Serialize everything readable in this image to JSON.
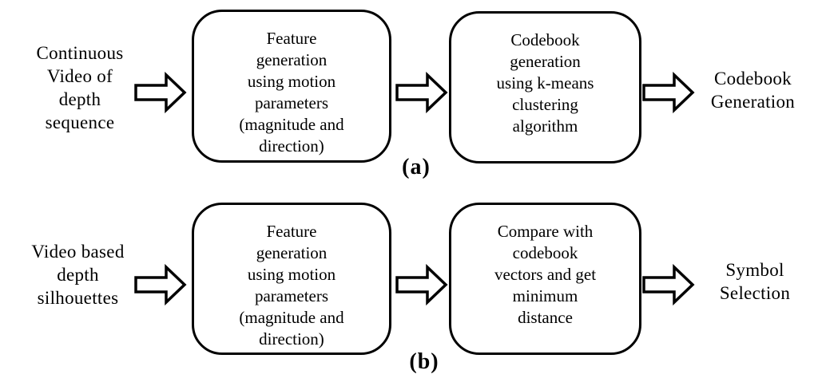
{
  "colors": {
    "background": "#ffffff",
    "line": "#000000",
    "box_fill": "#ffffff"
  },
  "rows": [
    {
      "caption": "(a)",
      "input_label": "Continuous\nVideo of\ndepth\nsequence",
      "box1": "Feature\ngeneration\nusing motion\nparameters\n(magnitude and\ndirection)",
      "box2": "Codebook\ngeneration\nusing k-means\nclustering\nalgorithm",
      "output_label": "Codebook\nGeneration"
    },
    {
      "caption": "(b)",
      "input_label": "Video based\ndepth\nsilhouettes",
      "box1": "Feature\ngeneration\nusing motion\nparameters\n(magnitude and\ndirection)",
      "box2": "Compare with\ncodebook\nvectors and get\nminimum\ndistance",
      "output_label": "Symbol\nSelection"
    }
  ]
}
